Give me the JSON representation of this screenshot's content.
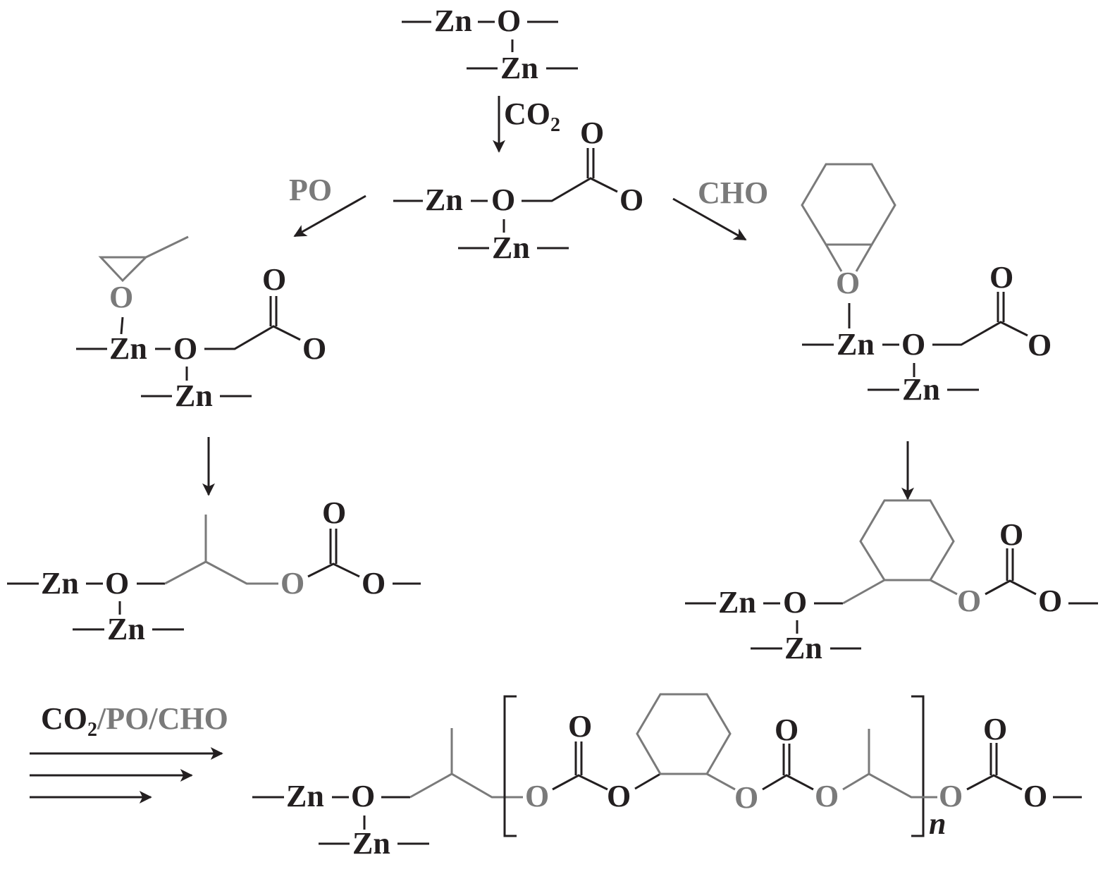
{
  "atoms": {
    "zn": "Zn",
    "o": "O"
  },
  "reagents": {
    "co2_main": "CO",
    "co2_sub": "2",
    "po": "PO",
    "cho": "CHO",
    "combined_co2": "CO",
    "combined_sub": "2",
    "combined_slash1": "/",
    "combined_po": "PO",
    "combined_slash2": "/",
    "combined_cho": "CHO"
  },
  "polymer": {
    "repeat_index": "n"
  },
  "colors": {
    "catalyst": "#231f20",
    "monomer": "#7a7a7a"
  }
}
